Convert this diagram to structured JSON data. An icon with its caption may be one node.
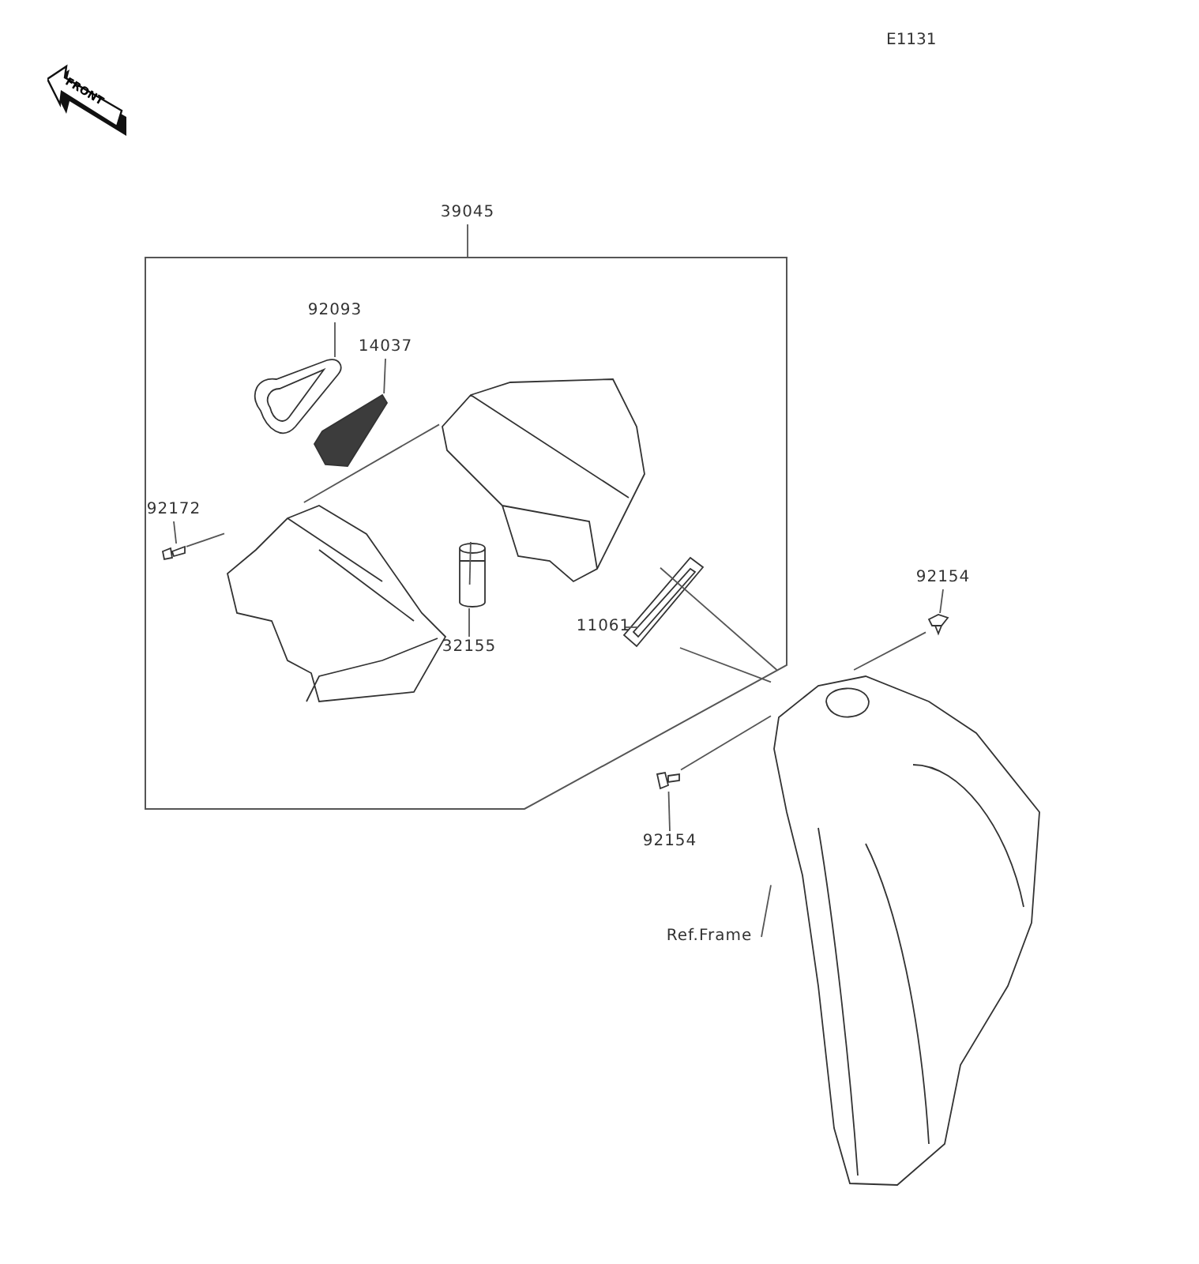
{
  "diagram": {
    "nodes": [
      {
        "text": [
          "39045"
        ]
      },
      {
        "text": [],
        "shape": "box"
      },
      {
        "text": [
          "92093"
        ],
        "in": 1
      },
      {
        "text": [],
        "shape": "picture",
        "in": 1
      },
      {
        "text": [
          "14037"
        ],
        "in": 1
      },
      {
        "text": [],
        "shape": "picture",
        "in": 1
      },
      {
        "text": [
          "92172"
        ],
        "in": 1
      },
      {
        "text": [],
        "shape": "picture",
        "in": 1
      },
      {
        "text": [],
        "shape": "picture",
        "in": 1
      },
      {
        "text": [],
        "shape": "picture",
        "in": 1
      },
      {
        "text": [
          "32155"
        ],
        "in": 1
      },
      {
        "text": [],
        "shape": "picture",
        "in": 1
      },
      {
        "text": [
          "11061"
        ],
        "in": 1
      },
      {
        "text": [],
        "shape": "picture",
        "in": 1
      },
      {
        "text": [
          "92154"
        ]
      },
      {
        "text": [],
        "shape": "picture"
      },
      {
        "text": [
          "92154"
        ]
      },
      {
        "text": [],
        "shape": "picture"
      },
      {
        "text": [
          "Ref.Frame"
        ]
      },
      {
        "text": [],
        "shape": "picture"
      }
    ],
    "edges": [
      {
        "from": 0,
        "to": 1,
        "arrow": "none"
      },
      {
        "from": 2,
        "to": 3,
        "arrow": "none"
      },
      {
        "from": 4,
        "to": 5,
        "arrow": "none"
      },
      {
        "from": 6,
        "to": 7,
        "arrow": "none"
      },
      {
        "from": 7,
        "to": 8,
        "arrow": "none"
      },
      {
        "from": 8,
        "to": 9,
        "arrow": "none"
      },
      {
        "from": 10,
        "to": 11,
        "arrow": "none"
      },
      {
        "from": 11,
        "to": 9,
        "arrow": "none"
      },
      {
        "from": 12,
        "to": 13,
        "arrow": "none"
      },
      {
        "from": 13,
        "to": 19,
        "arrow": "none"
      },
      {
        "from": 9,
        "to": 19,
        "arrow": "none"
      },
      {
        "from": 14,
        "to": 15,
        "arrow": "none"
      },
      {
        "from": 15,
        "to": 19,
        "arrow": "none"
      },
      {
        "from": 16,
        "to": 17,
        "arrow": "none"
      },
      {
        "from": 17,
        "to": 19,
        "arrow": "none"
      },
      {
        "from": 18,
        "to": 19,
        "arrow": "none"
      }
    ],
    "labels": [
      "E1131",
      "FRONT"
    ]
  }
}
